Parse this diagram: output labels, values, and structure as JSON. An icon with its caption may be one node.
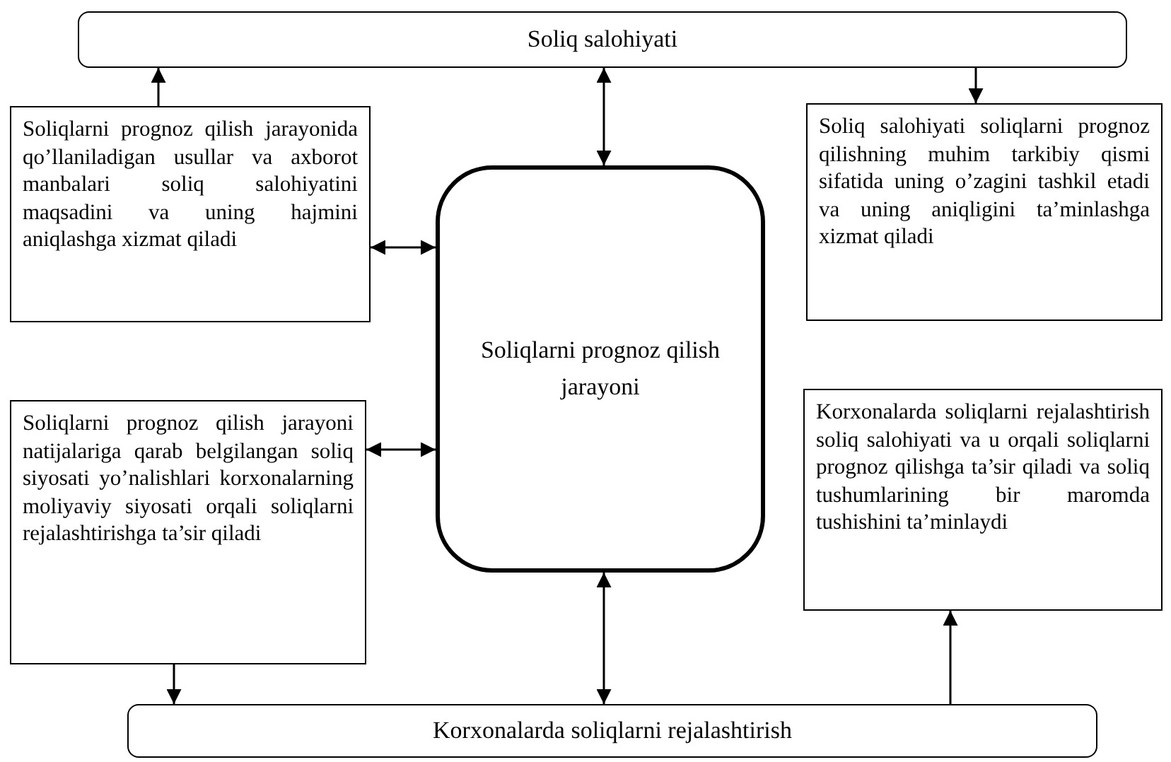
{
  "diagram": {
    "nodes": [
      {
        "text": [
          "Soliq salohiyati"
        ]
      },
      {
        "text": [
          "Soliqlarni prognoz qilish jarayonida qo’llaniladigan usullar va axborot manbalari soliq salohiyatini maqsadini va uning hajmini aniqlashga xizmat qiladi"
        ]
      },
      {
        "text": [
          "Soliq salohiyati soliqlarni prognoz qilishning muhim tarkibiy qismi sifatida uning o’zagini tashkil etadi va uning aniqligini ta’minlashga xizmat qiladi"
        ]
      },
      {
        "text": [
          "Soliqlarni prognoz qilish jarayoni"
        ]
      },
      {
        "text": [
          "Soliqlarni prognoz qilish jarayoni natijalariga qarab belgilangan soliq siyosati yo’nalishlari korxonalarning moliyaviy siyosati orqali soliqlarni rejalashtirishga ta’sir qiladi"
        ]
      },
      {
        "text": [
          "Korxonalarda soliqlarni rejalashtirish soliq salohiyati va u orqali soliqlarni prognoz qilishga ta’sir qiladi va soliq tushumlarining bir maromda tushishini ta’minlaydi"
        ]
      },
      {
        "text": [
          "Korxonalarda soliqlarni rejalashtirish"
        ]
      }
    ],
    "edges": [
      {
        "from": 1,
        "to": 0,
        "arrow": "to"
      },
      {
        "from": 0,
        "to": 3,
        "arrow": "both"
      },
      {
        "from": 0,
        "to": 2,
        "arrow": "to"
      },
      {
        "from": 1,
        "to": 3,
        "arrow": "both"
      },
      {
        "from": 4,
        "to": 3,
        "arrow": "both"
      },
      {
        "from": 4,
        "to": 6,
        "arrow": "to"
      },
      {
        "from": 3,
        "to": 6,
        "arrow": "both"
      },
      {
        "from": 6,
        "to": 5,
        "arrow": "to"
      }
    ]
  }
}
